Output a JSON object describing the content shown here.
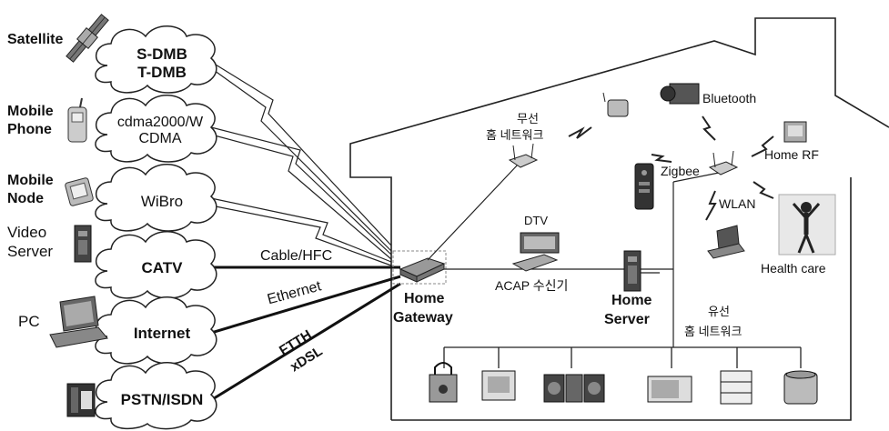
{
  "left_sources": {
    "satellite": "Satellite",
    "mobile_phone": [
      "Mobile",
      "Phone"
    ],
    "mobile_node": [
      "Mobile",
      "Node"
    ],
    "video_server": [
      "Video",
      "Server"
    ],
    "pc": "PC"
  },
  "clouds": {
    "sdmb": [
      "S-DMB",
      "T-DMB"
    ],
    "cdma": [
      "cdma2000/W",
      "CDMA"
    ],
    "wibro": "WiBro",
    "catv": "CATV",
    "internet": "Internet",
    "pstn": "PSTN/ISDN"
  },
  "links": {
    "cable_hfc": "Cable/HFC",
    "ethernet": "Ethernet",
    "ftth": "FTTH",
    "xdsl": "xDSL"
  },
  "house": {
    "wireless_home_network": [
      "무선",
      "홈 네트워크"
    ],
    "bluetooth": "Bluetooth",
    "home_rf": "Home RF",
    "zigbee": "Zigbee",
    "wlan": "WLAN",
    "health_care": "Health care",
    "dtv": "DTV",
    "acap": "ACAP 수신기",
    "home_gateway": [
      "Home",
      "Gateway"
    ],
    "home_server": [
      "Home",
      "Server"
    ],
    "wired_home_network": [
      "유선",
      "홈 네트워크"
    ]
  }
}
